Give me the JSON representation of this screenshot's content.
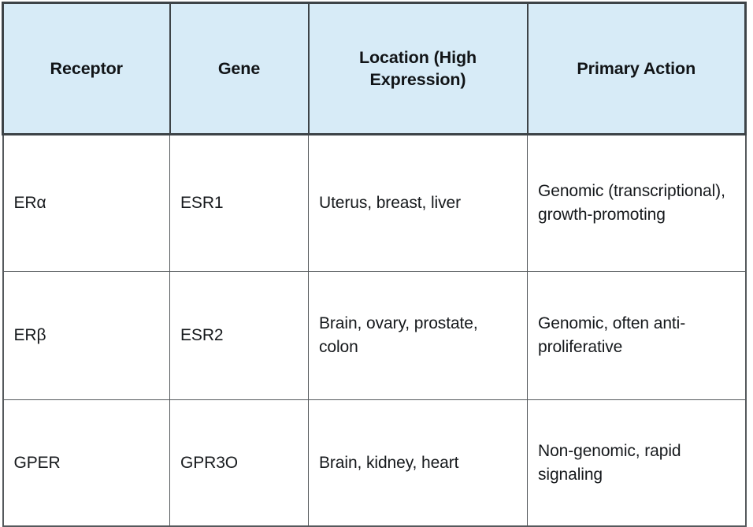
{
  "table": {
    "name": "estrogen-receptor-comparison-table",
    "header_background": "#d7ebf7",
    "border_color": "#3d4347",
    "text_color": "#16191c",
    "columns": [
      {
        "key": "receptor",
        "label": "Receptor"
      },
      {
        "key": "gene",
        "label": "Gene"
      },
      {
        "key": "location",
        "label": "Location (High Expression)"
      },
      {
        "key": "action",
        "label": "Primary Action"
      }
    ],
    "rows": [
      {
        "receptor": "ERα",
        "gene": "ESR1",
        "location": "Uterus, breast, liver",
        "action": "Genomic (transcriptional), growth-promoting"
      },
      {
        "receptor": "ERβ",
        "gene": "ESR2",
        "location": "Brain, ovary, prostate, colon",
        "action": "Genomic, often anti-proliferative"
      },
      {
        "receptor": "GPER",
        "gene": "GPR3O",
        "location": "Brain, kidney, heart",
        "action": "Non-genomic, rapid signaling"
      }
    ]
  }
}
